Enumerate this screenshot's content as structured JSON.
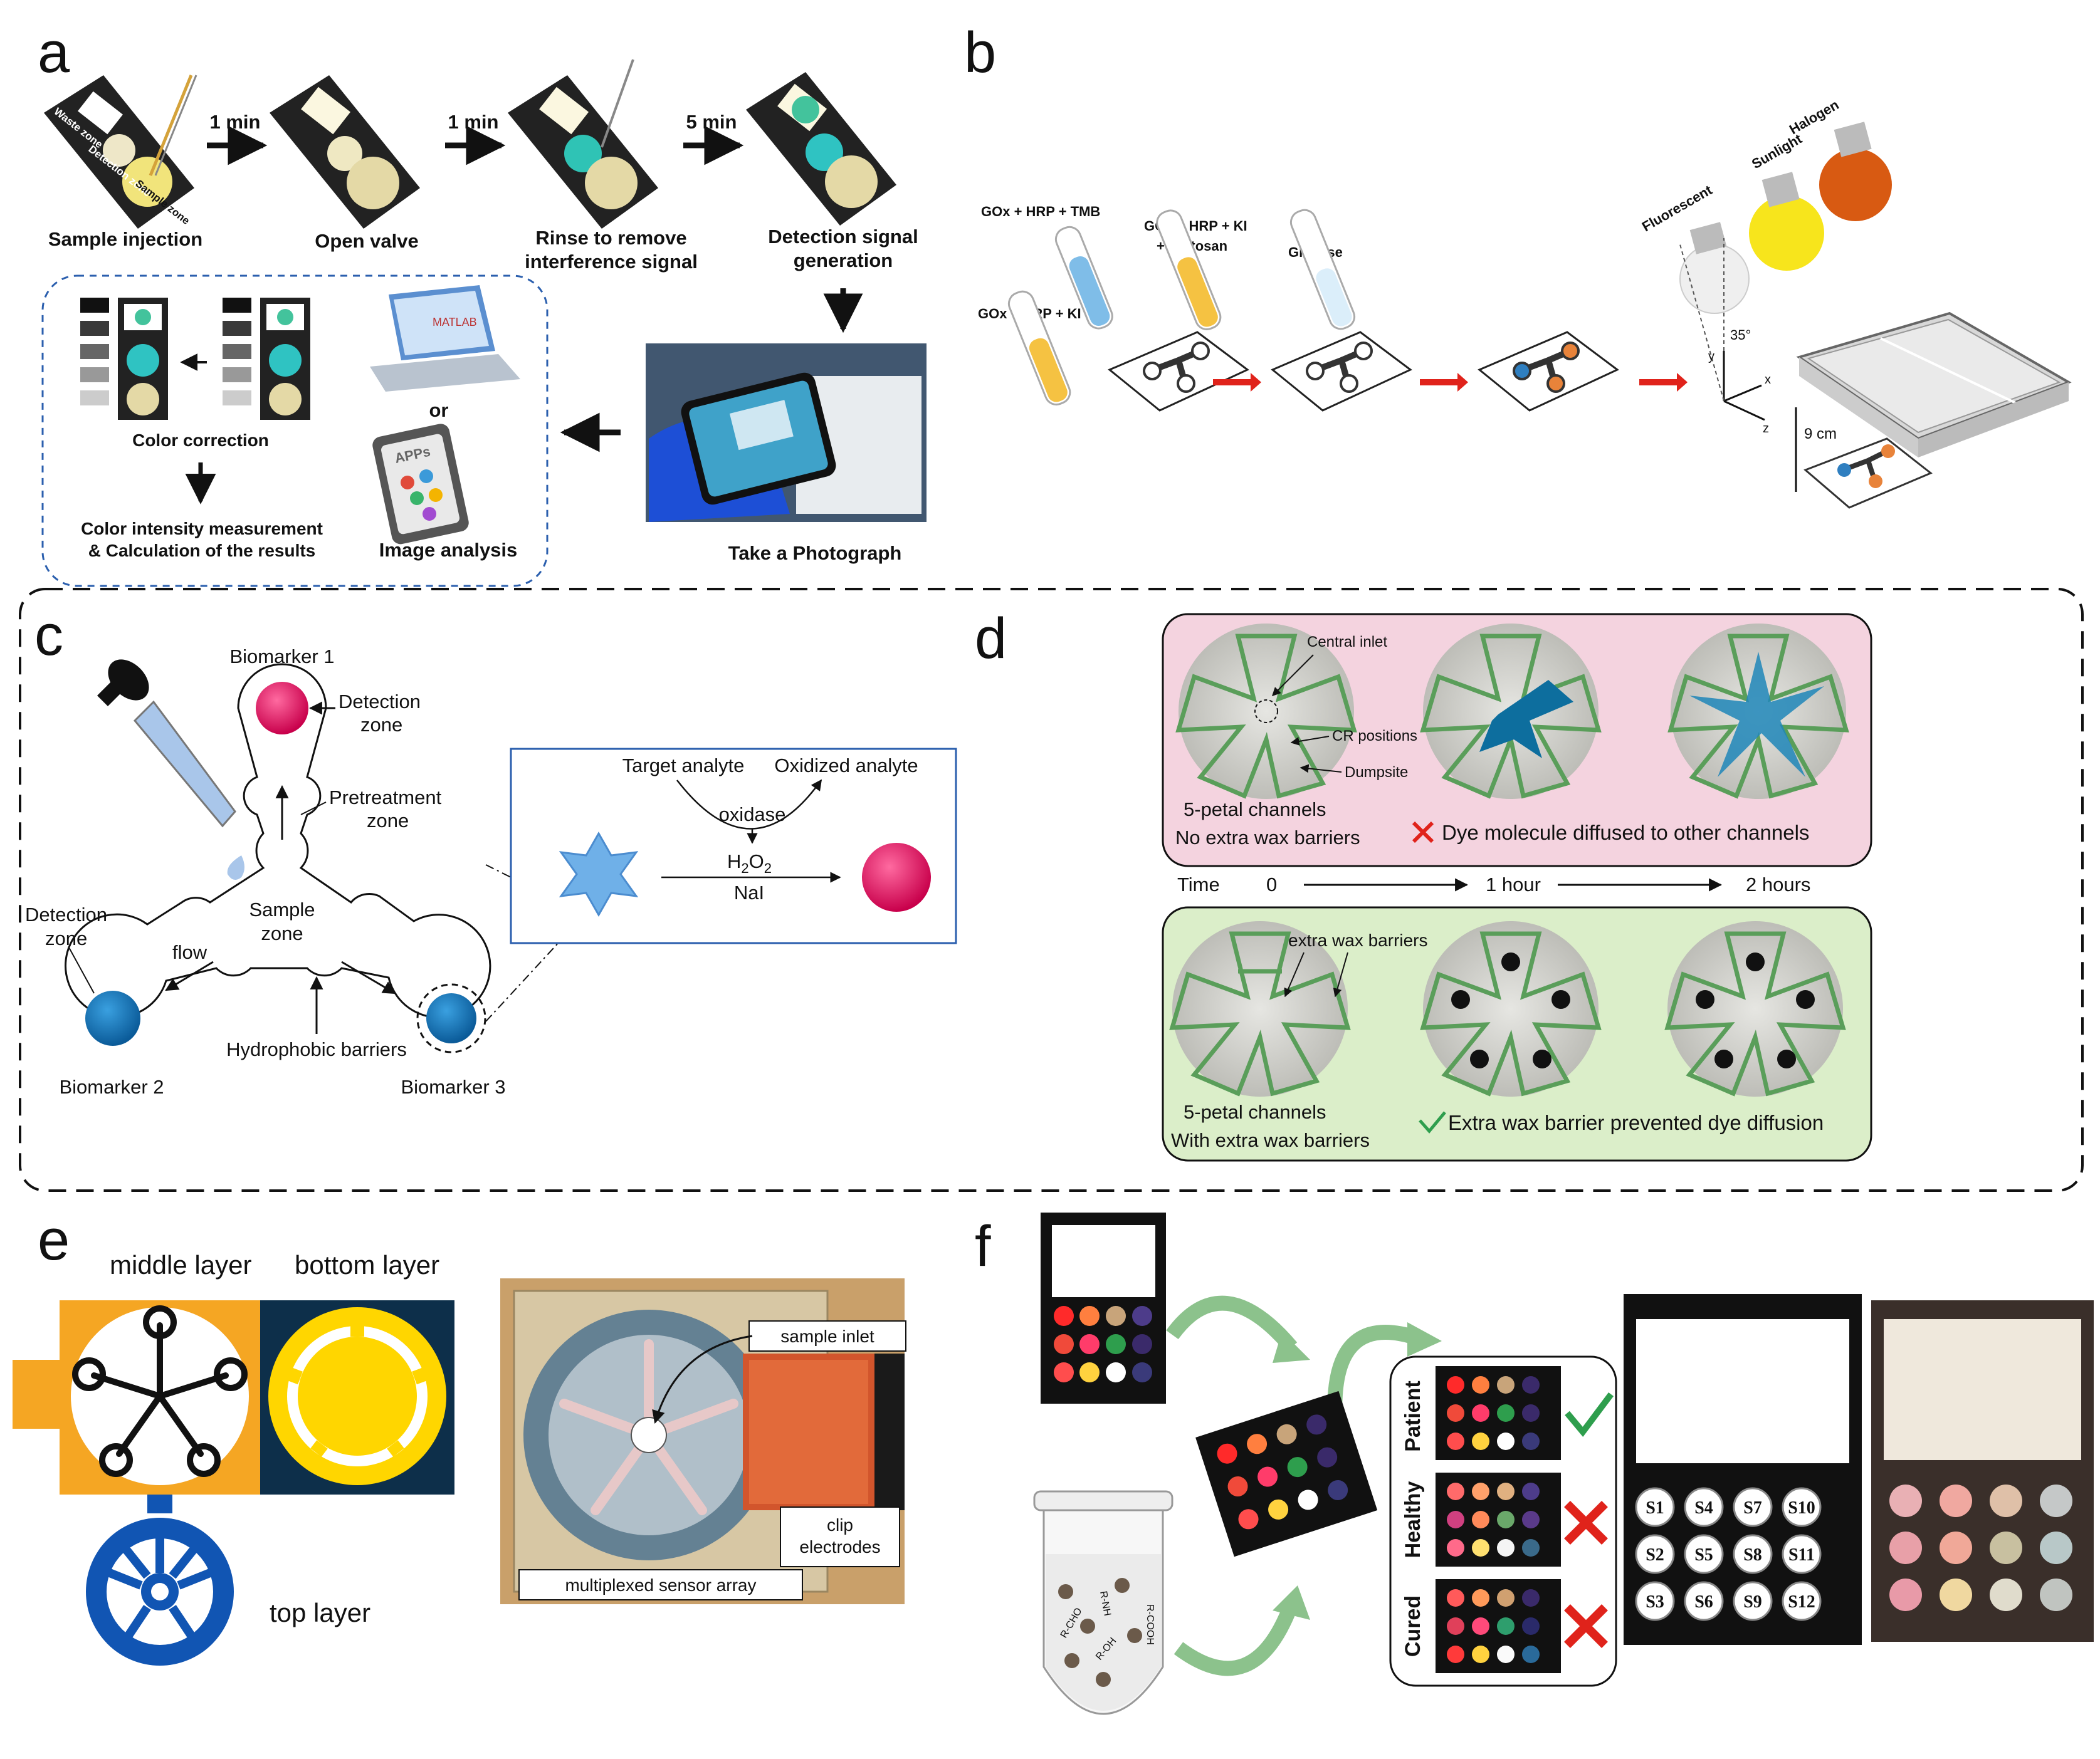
{
  "panel_a": {
    "letter": "a",
    "steps": [
      "Sample injection",
      "Open valve",
      [
        "Rinse to remove",
        "interference signal"
      ],
      [
        "Detection signal",
        "generation"
      ]
    ],
    "zones": [
      "Waste zone",
      "Detection zone",
      "Sample zone"
    ],
    "times": [
      "1 min",
      "1 min",
      "5 min"
    ],
    "color_correction": "Color correction",
    "result_lines": [
      "Color intensity measurement",
      "& Calculation of the results"
    ],
    "or": "or",
    "image_analysis": "Image analysis",
    "photo": "Take a Photograph",
    "matlab": "MATLAB",
    "apps": "APPs"
  },
  "panel_b": {
    "letter": "b",
    "reagents": [
      "GOx + HRP + TMB",
      "GOx + HRP + KI",
      [
        "GOx + HRP + KI",
        "+ Chitosan"
      ],
      "Glucose"
    ],
    "lights": [
      "Fluorescent",
      "Sunlight",
      "Halogen"
    ],
    "angle": "35°",
    "axes": [
      "y",
      "x",
      "z"
    ],
    "distance": "9 cm"
  },
  "panel_c": {
    "letter": "c",
    "biomarkers": [
      "Biomarker 1",
      "Biomarker 2",
      "Biomarker 3"
    ],
    "detection_zone": [
      "Detection",
      "zone"
    ],
    "detection_zone_left": [
      "Detection",
      "zone"
    ],
    "pretreatment": [
      "Pretreatment",
      "zone"
    ],
    "sample": [
      "Sample",
      "zone"
    ],
    "flow": "flow",
    "barriers": "Hydrophobic barriers",
    "reaction": {
      "target": "Target analyte",
      "oxidized": "Oxidized analyte",
      "enzyme": "oxidase",
      "h2o2_main": "H",
      "h2o2_sub1": "2",
      "h2o2_mid": "O",
      "h2o2_sub2": "2",
      "nai": "NaI"
    }
  },
  "panel_d": {
    "letter": "d",
    "top_labels": [
      "Central inlet",
      "CR positions",
      "Dumpsite"
    ],
    "top_caption": [
      "5-petal channels",
      "No extra wax barriers"
    ],
    "top_result": "Dye molecule diffused to other channels",
    "time_label": "Time",
    "times": [
      "0",
      "1 hour",
      "2 hours"
    ],
    "bottom_label": "extra wax barriers",
    "bottom_caption": [
      "5-petal channels",
      "With extra wax barriers"
    ],
    "bottom_result": "Extra wax barrier prevented dye diffusion"
  },
  "panel_e": {
    "letter": "e",
    "layers": [
      "middle layer",
      "bottom layer",
      "top layer"
    ],
    "photo_labels": [
      "sample inlet",
      [
        "clip",
        "electrodes"
      ],
      "multiplexed sensor array"
    ]
  },
  "panel_f": {
    "letter": "f",
    "groups": [
      "Patient",
      "Healthy",
      "Cured"
    ],
    "sensors": [
      "S1",
      "S4",
      "S7",
      "S10",
      "S2",
      "S5",
      "S8",
      "S11",
      "S3",
      "S6",
      "S9",
      "S12"
    ],
    "groups_r": [
      "R-NH",
      "R-COOH",
      "R-CHO",
      "R-OH"
    ]
  },
  "colors": {
    "dash_box": "#2b5fae",
    "pink_box": "#f4d3df",
    "green_box": "#dbeec9",
    "teal": "#2fc3c2",
    "magenta": "#e0115f",
    "blue_dot": "#0f6fb5",
    "orange_layer": "#f5a623",
    "yellow_layer": "#ffd600",
    "navy_layer": "#0d2f4a",
    "top_layer_blue": "#1155b3"
  }
}
